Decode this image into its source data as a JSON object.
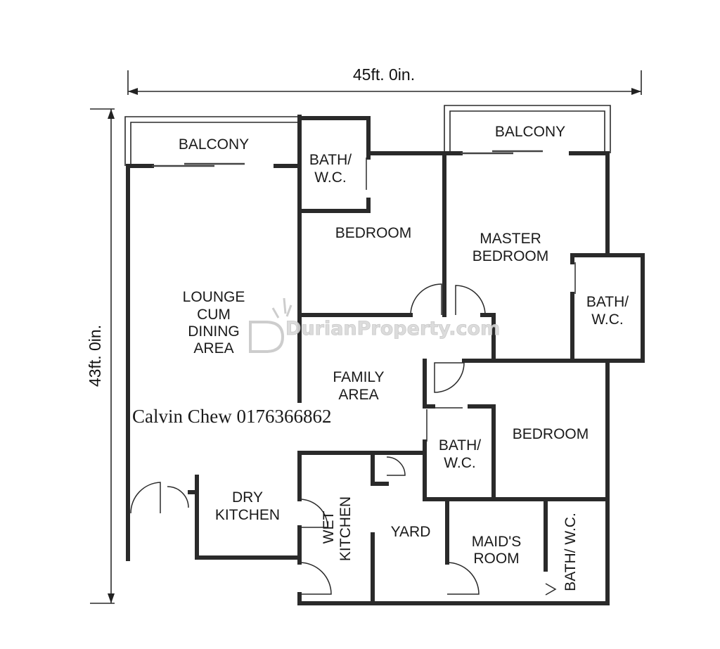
{
  "dimensions": {
    "width": "45ft. 0in.",
    "depth": "43ft. 0in."
  },
  "rooms": {
    "balcony_left": "BALCONY",
    "balcony_right": "BALCONY",
    "bath_top": [
      "BATH/",
      "W.C."
    ],
    "bedroom_top": "BEDROOM",
    "master_bedroom": [
      "MASTER",
      "BEDROOM"
    ],
    "bath_master": [
      "BATH/",
      "W.C."
    ],
    "lounge": [
      "LOUNGE",
      "CUM",
      "DINING",
      "AREA"
    ],
    "family_area": [
      "FAMILY",
      "AREA"
    ],
    "bath_middle": [
      "BATH/",
      "W.C."
    ],
    "bedroom_right": "BEDROOM",
    "dry_kitchen": [
      "DRY",
      "KITCHEN"
    ],
    "wet_kitchen": [
      "WET",
      "KITCHEN"
    ],
    "yard": "YARD",
    "maids_room": [
      "MAID'S",
      "ROOM"
    ],
    "bath_maid": "BATH/ W.C."
  },
  "credit": "Calvin Chew 0176366862",
  "watermark": "DurianProperty.com",
  "icons": {
    "watermark_logo": "durian-d-logo"
  }
}
